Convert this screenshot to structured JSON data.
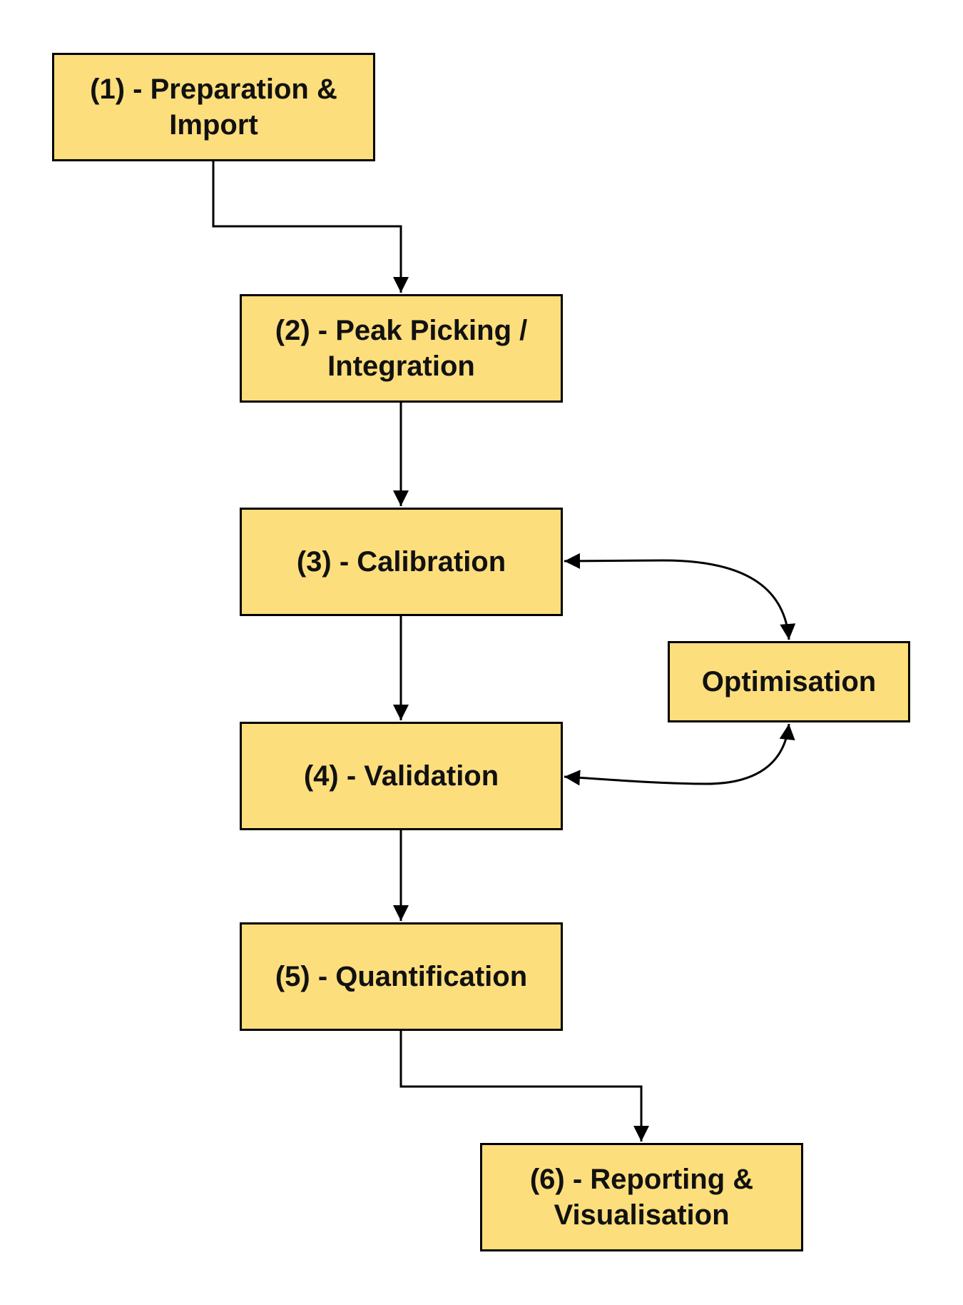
{
  "diagram": {
    "colors": {
      "node_fill": "#FDDE7C",
      "node_border": "#000000",
      "edge": "#000000"
    },
    "nodes": [
      {
        "id": "n1",
        "label": "(1) - Preparation & Import"
      },
      {
        "id": "n2",
        "label": "(2) - Peak Picking / Integration"
      },
      {
        "id": "n3",
        "label": "(3) - Calibration"
      },
      {
        "id": "nopt",
        "label": "Optimisation"
      },
      {
        "id": "n4",
        "label": "(4) - Validation"
      },
      {
        "id": "n5",
        "label": "(5) - Quantification"
      },
      {
        "id": "n6",
        "label": "(6) - Reporting & Visualisation"
      }
    ],
    "edges": [
      {
        "from": "n1",
        "to": "n2",
        "arrow": "end"
      },
      {
        "from": "n2",
        "to": "n3",
        "arrow": "end"
      },
      {
        "from": "n3",
        "to": "n4",
        "arrow": "end"
      },
      {
        "from": "n4",
        "to": "n5",
        "arrow": "end"
      },
      {
        "from": "n5",
        "to": "n6",
        "arrow": "end"
      },
      {
        "from": "n3",
        "to": "nopt",
        "arrow": "both"
      },
      {
        "from": "n4",
        "to": "nopt",
        "arrow": "both"
      }
    ]
  }
}
